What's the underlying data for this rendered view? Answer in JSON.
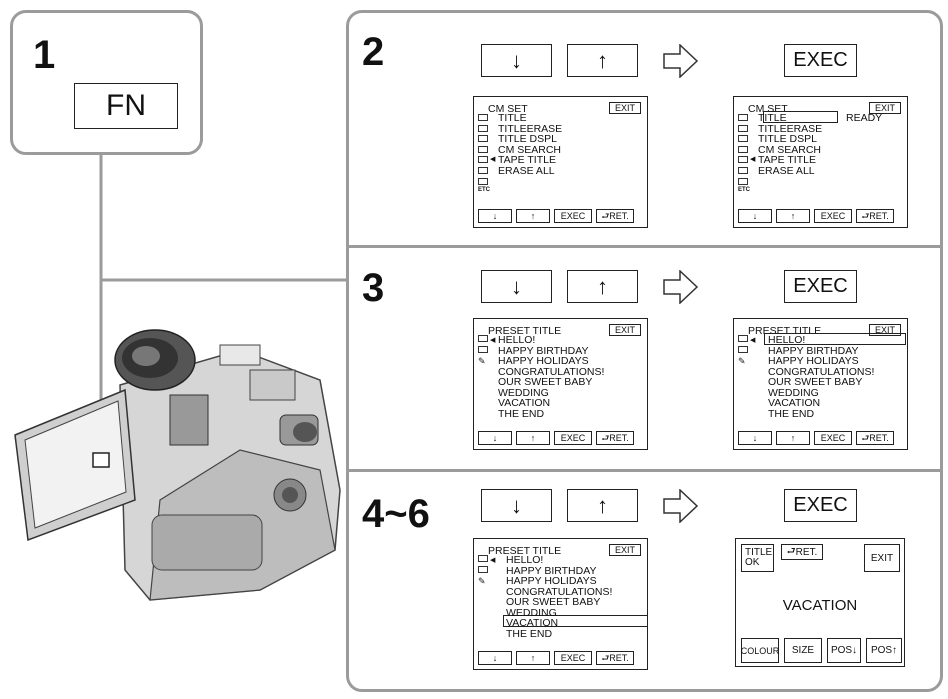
{
  "step1": {
    "number": "1",
    "button": "FN"
  },
  "step2": {
    "number": "2"
  },
  "step3": {
    "number": "3"
  },
  "step4": {
    "number": "4~6"
  },
  "nav": {
    "down": "↓",
    "up": "↑",
    "exec": "EXEC",
    "ret": "RET.",
    "exit": "EXIT"
  },
  "cm_menu": {
    "title": "CM SET",
    "items": [
      "TITLE",
      "TITLEERASE",
      "TITLE DSPL",
      "CM SEARCH",
      "TAPE TITLE",
      "ERASE ALL"
    ],
    "ready": "READY",
    "icon_label_etc": "ETC"
  },
  "preset_menu": {
    "title": "PRESET TITLE",
    "items": [
      "HELLO!",
      "HAPPY BIRTHDAY",
      "HAPPY HOLIDAYS",
      "CONGRATULATIONS!",
      "OUR SWEET BABY",
      "WEDDING",
      "VACATION",
      "THE END"
    ]
  },
  "final_screen": {
    "title_ok_1": "TITLE",
    "title_ok_2": "OK",
    "ret": "RET.",
    "exit": "EXIT",
    "text": "VACATION",
    "colour": "COLOUR",
    "size": "SIZE",
    "pos_down": "POS↓",
    "pos_up": "POS↑"
  },
  "colors": {
    "frame": "#9b9b9b",
    "line": "#222222"
  }
}
